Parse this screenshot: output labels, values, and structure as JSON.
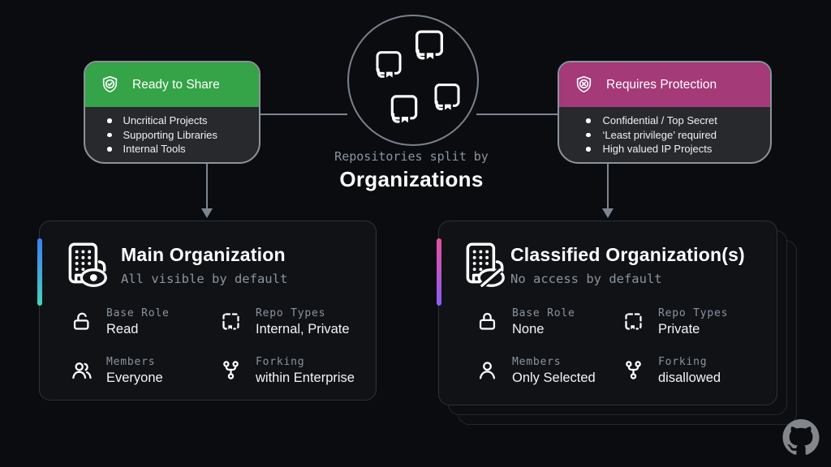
{
  "colors": {
    "background": "#0a0c10",
    "green_header": "#35a347",
    "magenta_header": "#a43a78",
    "left_accent_top": "#3d7df2",
    "left_accent_bottom": "#46d3c2",
    "right_accent_top": "#e8509e",
    "right_accent_bottom": "#8b5cf6",
    "connector": "#7d8590",
    "github_logo": "#83878b"
  },
  "center": {
    "caption": "Repositories split by",
    "title": "Organizations"
  },
  "share_card": {
    "header": "Ready to Share",
    "items": [
      "Uncritical Projects",
      "Supporting Libraries",
      "Internal Tools"
    ]
  },
  "protect_card": {
    "header": "Requires Protection",
    "items": [
      "Confidential / Top Secret",
      "‘Least privilege’ required",
      "High valued IP Projects"
    ]
  },
  "main_org_card": {
    "title": "Main Organization",
    "subtitle": "All visible by default",
    "fields": [
      {
        "label": "Base Role",
        "value": "Read"
      },
      {
        "label": "Repo Types",
        "value": "Internal, Private"
      },
      {
        "label": "Members",
        "value": "Everyone"
      },
      {
        "label": "Forking",
        "value": "within Enterprise"
      }
    ]
  },
  "classified_org_card": {
    "title": "Classified Organization(s)",
    "subtitle": "No access by default",
    "fields": [
      {
        "label": "Base Role",
        "value": "None"
      },
      {
        "label": "Repo Types",
        "value": "Private"
      },
      {
        "label": "Members",
        "value": "Only Selected"
      },
      {
        "label": "Forking",
        "value": "disallowed"
      }
    ]
  }
}
